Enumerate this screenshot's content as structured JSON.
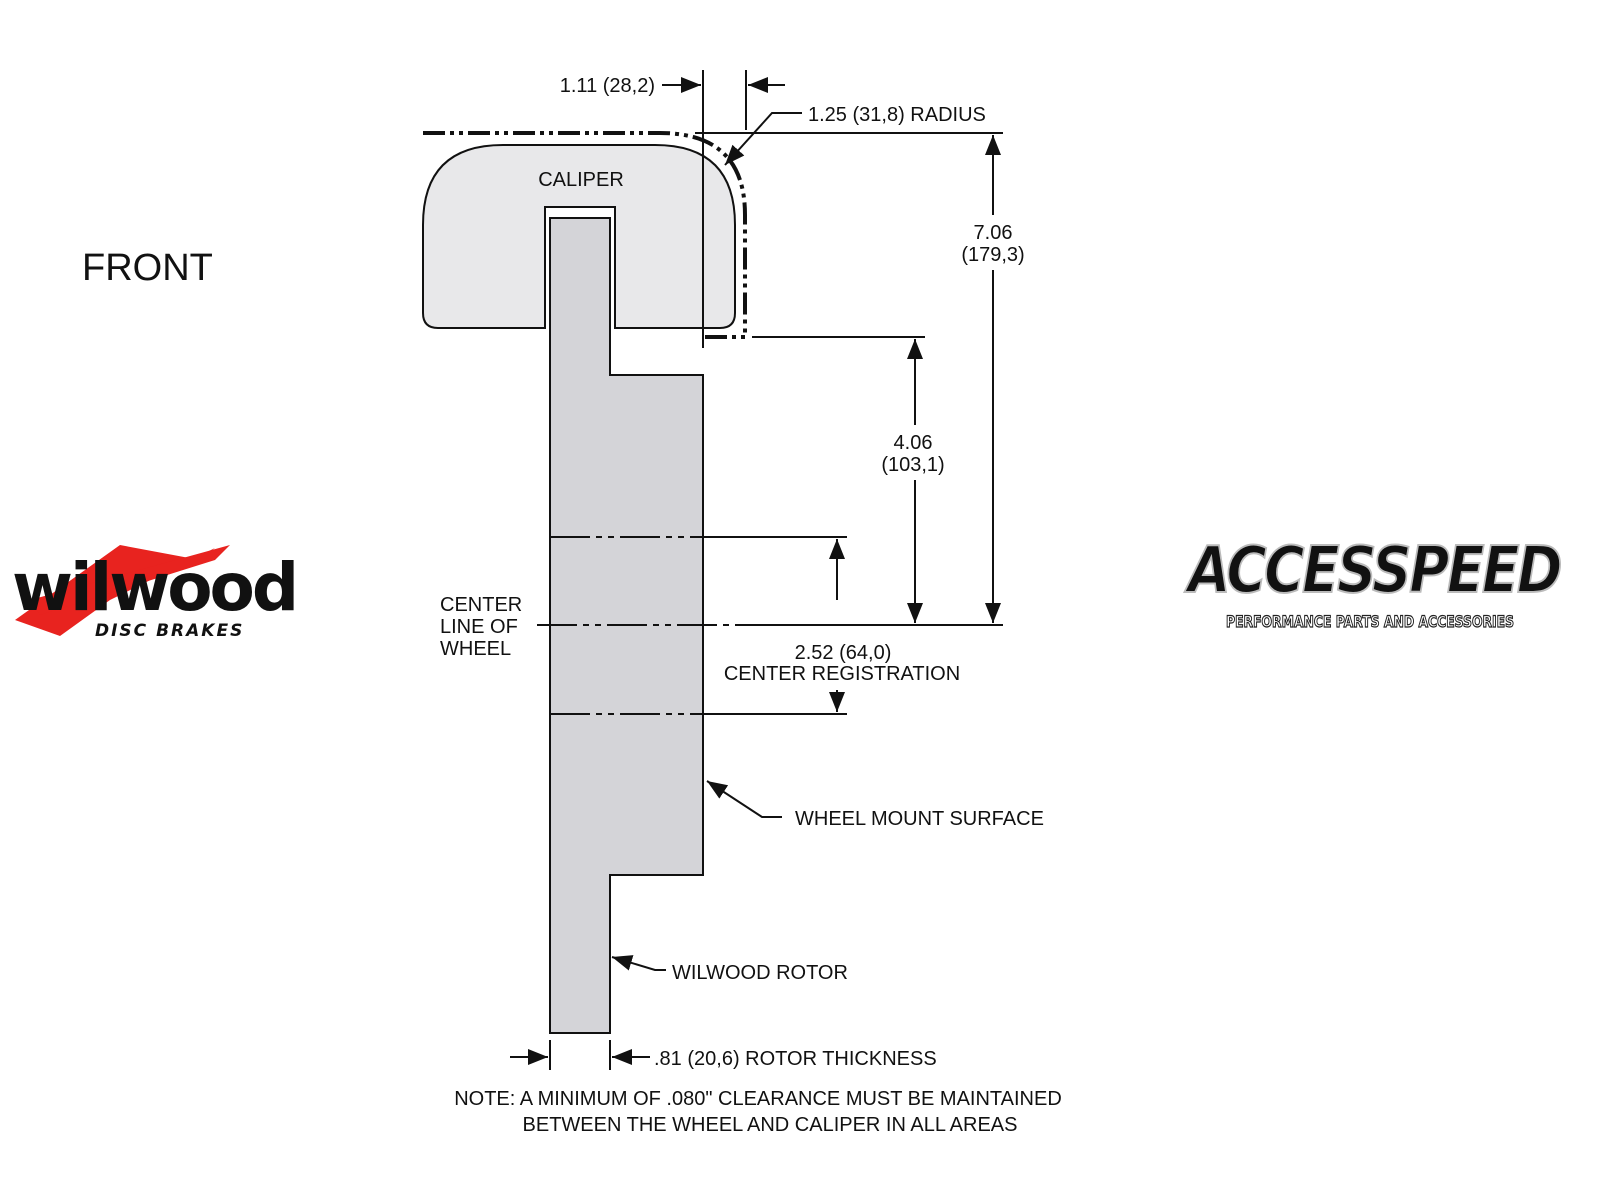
{
  "view_label": "FRONT",
  "parts": {
    "caliper": "CALIPER",
    "rotor": "WILWOOD ROTOR",
    "wheel_mount": "WHEEL MOUNT SURFACE"
  },
  "dimensions": {
    "offset": "1.11 (28,2)",
    "radius": "1.25 (31,8) RADIUS",
    "total_height": [
      "7.06",
      "(179,3)"
    ],
    "caliper_height": [
      "4.06",
      "(103,1)"
    ],
    "registration": [
      "2.52 (64,0)",
      "CENTER REGISTRATION"
    ],
    "thickness": ".81 (20,6) ROTOR THICKNESS"
  },
  "center_line": [
    "CENTER",
    "LINE OF",
    "WHEEL"
  ],
  "note": [
    "NOTE: A MINIMUM OF .080\" CLEARANCE MUST BE MAINTAINED",
    "BETWEEN THE WHEEL AND CALIPER IN ALL AREAS"
  ],
  "logos": {
    "wilwood": {
      "name": "wilwood",
      "sub": "DISC BRAKES",
      "accent": "#e8231f"
    },
    "accesspeed": {
      "name": "ACCESSPEED",
      "sub": "PERFORMANCE PARTS AND ACCESSORIES"
    }
  },
  "colors": {
    "rotor": "#d4d4d8",
    "caliper": "#e8e8ea"
  }
}
